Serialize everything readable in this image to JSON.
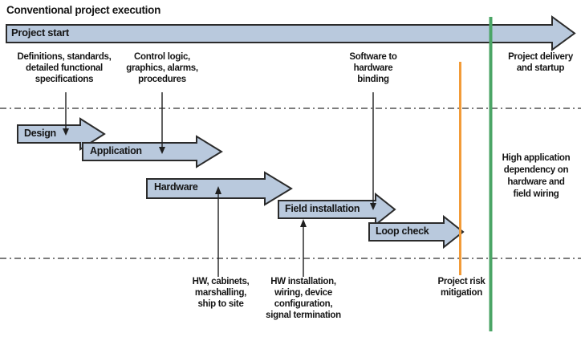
{
  "title": "Conventional project execution",
  "colors": {
    "arrow_fill": "#b9c9dd",
    "arrow_border": "#2b2b2b",
    "text": "#151515",
    "risk_line_orange": "#f29b38",
    "delivery_line_green": "#4ba566"
  },
  "timeline": {
    "label": "Project start"
  },
  "phases": [
    {
      "label": "Design"
    },
    {
      "label": "Application"
    },
    {
      "label": "Hardware"
    },
    {
      "label": "Field installation"
    },
    {
      "label": "Loop check"
    }
  ],
  "annotations": {
    "definitions": "Definitions, standards,\ndetailed functional\nspecifications",
    "control_logic": "Control logic,\ngraphics, alarms,\nprocedures",
    "software_binding": "Software to\nhardware\nbinding",
    "project_delivery": "Project delivery\nand startup",
    "high_dependency": "High application\ndependency on\nhardware and\nfield wiring",
    "hw_cabinets": "HW, cabinets,\nmarshalling,\nship to site",
    "hw_installation": "HW installation,\nwiring, device\nconfiguration,\nsignal termination",
    "project_risk": "Project risk\nmitigation"
  }
}
